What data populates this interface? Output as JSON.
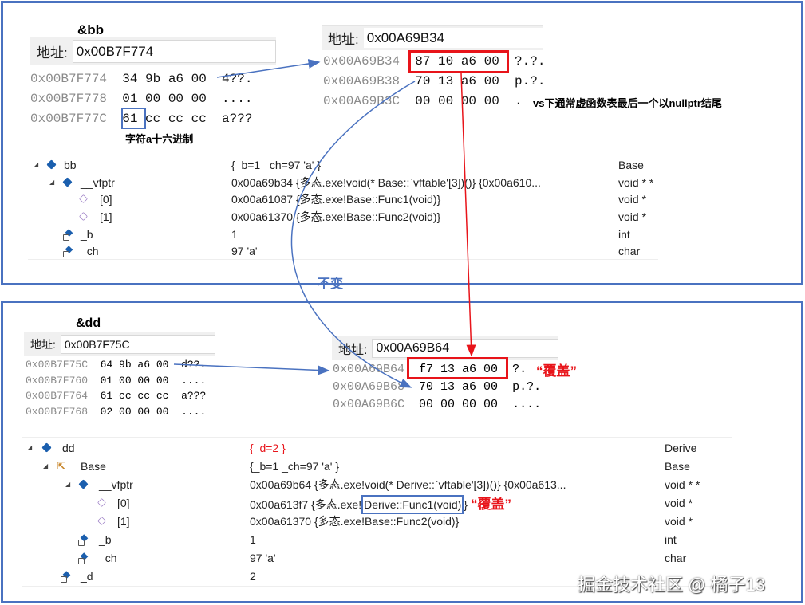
{
  "top": {
    "title": "&bb",
    "addr_label": "地址:",
    "mem1": {
      "address": "0x00B7F774",
      "rows": [
        {
          "addr": "0x00B7F774",
          "bytes": "34 9b a6 00",
          "chars": "4??."
        },
        {
          "addr": "0x00B7F778",
          "bytes": "01 00 00 00",
          "chars": "...."
        },
        {
          "addr": "0x00B7F77C",
          "bytes": "61 cc cc cc",
          "chars": "a???"
        }
      ],
      "note": "字符a十六进制"
    },
    "mem2": {
      "address": "0x00A69B34",
      "rows": [
        {
          "addr": "0x00A69B34",
          "bytes": "87 10 a6 00",
          "chars": "?.?."
        },
        {
          "addr": "0x00A69B38",
          "bytes": "70 13 a6 00",
          "chars": "p.?."
        },
        {
          "addr": "0x00A69B3C",
          "bytes": "00 00 00 00",
          "chars": "."
        }
      ],
      "note": "vs下通常虚函数表最后一个以nullptr结尾"
    },
    "watch": [
      {
        "name": "bb",
        "value": "{_b=1 _ch=97 'a' }",
        "type": "Base",
        "icon": "object-icon",
        "expanded": true
      },
      {
        "name": "__vfptr",
        "value": "0x00a69b34 {多态.exe!void(* Base::`vftable'[3])()} {0x00a610...",
        "type": "void * *",
        "icon": "object-icon",
        "expanded": true
      },
      {
        "name": "[0]",
        "value": "0x00a61087 {多态.exe!Base::Func1(void)}",
        "type": "void *",
        "icon": "pointer-icon"
      },
      {
        "name": "[1]",
        "value": "0x00a61370 {多态.exe!Base::Func2(void)}",
        "type": "void *",
        "icon": "pointer-icon"
      },
      {
        "name": "_b",
        "value": "1",
        "type": "int",
        "icon": "private-field-icon"
      },
      {
        "name": "_ch",
        "value": "97 'a'",
        "type": "char",
        "icon": "private-field-icon"
      }
    ]
  },
  "unchanged_label": "不变",
  "bottom": {
    "title": "&dd",
    "addr_label": "地址:",
    "mem1": {
      "address": "0x00B7F75C",
      "rows": [
        {
          "addr": "0x00B7F75C",
          "bytes": "64 9b a6 00",
          "chars": "d??."
        },
        {
          "addr": "0x00B7F760",
          "bytes": "01 00 00 00",
          "chars": "...."
        },
        {
          "addr": "0x00B7F764",
          "bytes": "61 cc cc cc",
          "chars": "a???"
        },
        {
          "addr": "0x00B7F768",
          "bytes": "02 00 00 00",
          "chars": "...."
        }
      ]
    },
    "mem2": {
      "address": "0x00A69B64",
      "rows": [
        {
          "addr": "0x00A69B64",
          "bytes": "f7 13 a6 00",
          "chars": "?."
        },
        {
          "addr": "0x00A69B68",
          "bytes": "70 13 a6 00",
          "chars": "p.?."
        },
        {
          "addr": "0x00A69B6C",
          "bytes": "00 00 00 00",
          "chars": "...."
        }
      ],
      "override_note": "“覆盖”"
    },
    "watch": [
      {
        "name": "dd",
        "value": "{_d=2 }",
        "type": "Derive",
        "icon": "object-icon",
        "expanded": true,
        "changed": true
      },
      {
        "name": "Base",
        "value": "{_b=1 _ch=97 'a' }",
        "type": "Base",
        "icon": "base-class-icon",
        "expanded": true
      },
      {
        "name": "__vfptr",
        "value": "0x00a69b64 {多态.exe!void(* Derive::`vftable'[3])()} {0x00a613...",
        "type": "void * *",
        "icon": "object-icon",
        "expanded": true
      },
      {
        "name": "[0]",
        "value_prefix": "0x00a613f7 {多态.exe!",
        "value_highlight": "Derive::Func1(void)",
        "value_suffix": "}",
        "type": "void *",
        "icon": "pointer-icon"
      },
      {
        "name": "[1]",
        "value": "0x00a61370 {多态.exe!Base::Func2(void)}",
        "type": "void *",
        "icon": "pointer-icon"
      },
      {
        "name": "_b",
        "value": "1",
        "type": "int",
        "icon": "private-field-icon"
      },
      {
        "name": "_ch",
        "value": "97 'a'",
        "type": "char",
        "icon": "private-field-icon"
      },
      {
        "name": "_d",
        "value": "2",
        "type": "",
        "icon": "private-field-icon"
      }
    ],
    "override_note": "“覆盖”"
  },
  "watermark": "掘金技术社区 @ 橘子13",
  "colors": {
    "frame": "#4a72c0",
    "highlight_red": "#e8141a",
    "arrow_blue": "#4a72c0"
  }
}
